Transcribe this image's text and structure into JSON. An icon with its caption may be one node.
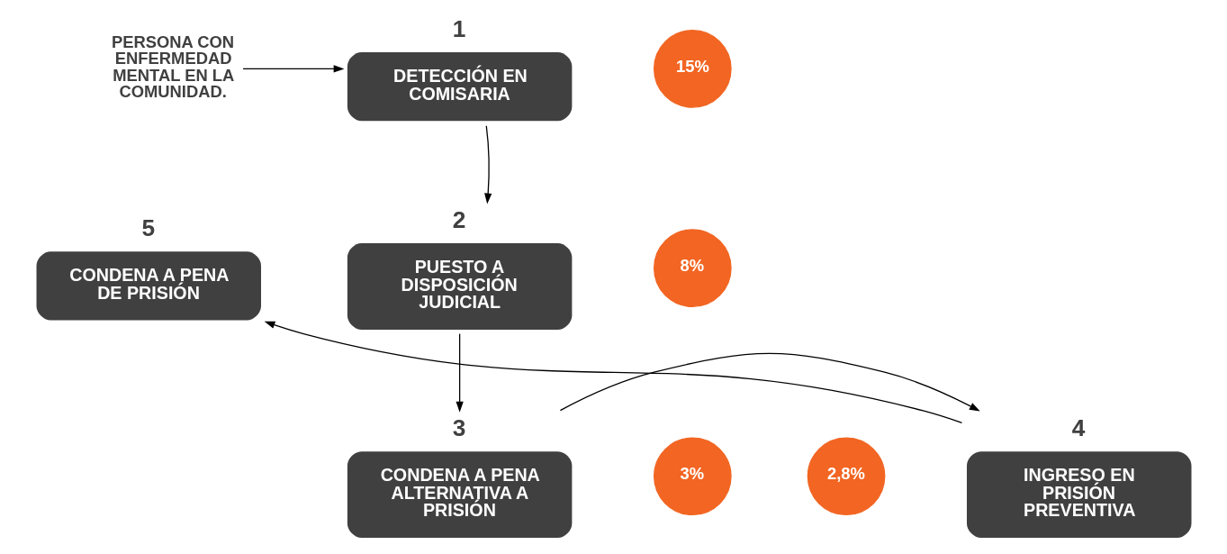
{
  "diagram": {
    "nodes": [
      {
        "text": [
          "PERSONA CON ENFERMEDAD MENTAL EN LA COMUNIDAD."
        ]
      },
      {
        "text": [
          "1",
          "DETECCIÓN EN COMISARIA"
        ]
      },
      {
        "text": [
          "15%"
        ]
      },
      {
        "text": [
          "8%"
        ]
      },
      {
        "text": [
          "2",
          "PUESTO A DISPOSICIÓN JUDICIAL"
        ]
      },
      {
        "text": [
          "5",
          "CONDENA A PENA DE PRISIÓN"
        ]
      },
      {
        "text": [
          "4",
          "INGRESO EN PRISIÓN PREVENTIVA"
        ]
      },
      {
        "text": [
          "3",
          "CONDENA A PENA ALTERNATIVA A PRISIÓN"
        ]
      },
      {
        "text": [
          "2,8%"
        ]
      },
      {
        "text": [
          "3%"
        ]
      }
    ],
    "edges": [
      {
        "from": 0,
        "to": 1,
        "arrow": "to"
      },
      {
        "from": 1,
        "to": 4,
        "arrow": "to"
      },
      {
        "from": 4,
        "to": 7,
        "arrow": "to"
      },
      {
        "from": 7,
        "to": 6,
        "arrow": "to"
      },
      {
        "from": 6,
        "to": 5,
        "arrow": "to"
      }
    ]
  }
}
